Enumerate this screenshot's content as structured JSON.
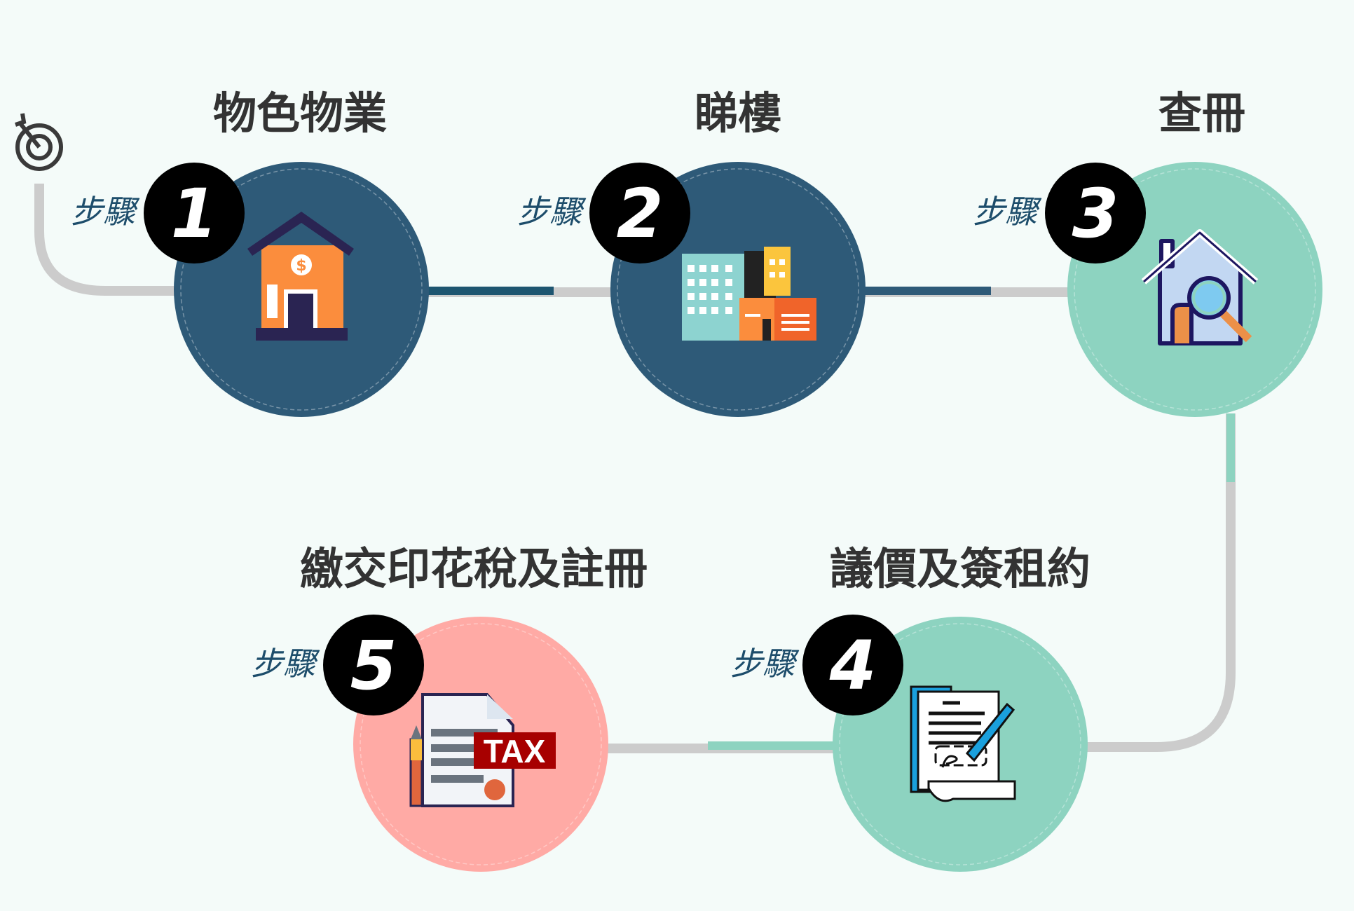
{
  "step_label": "步驟",
  "colors": {
    "background": "#f4fbf9",
    "navy": "#2e5a78",
    "teal": "#8dd3c0",
    "pink": "#ffaaa5",
    "path": "#cccccc",
    "badge": "#000000"
  },
  "steps": [
    {
      "number": "1",
      "title": "物色物業",
      "icon": "bank-house-icon"
    },
    {
      "number": "2",
      "title": "睇樓",
      "icon": "buildings-icon"
    },
    {
      "number": "3",
      "title": "查冊",
      "icon": "house-search-icon"
    },
    {
      "number": "4",
      "title": "議價及簽租約",
      "icon": "signed-contract-icon"
    },
    {
      "number": "5",
      "title": "繳交印花稅及註冊",
      "icon": "tax-document-icon",
      "badge_text": "TAX"
    }
  ]
}
